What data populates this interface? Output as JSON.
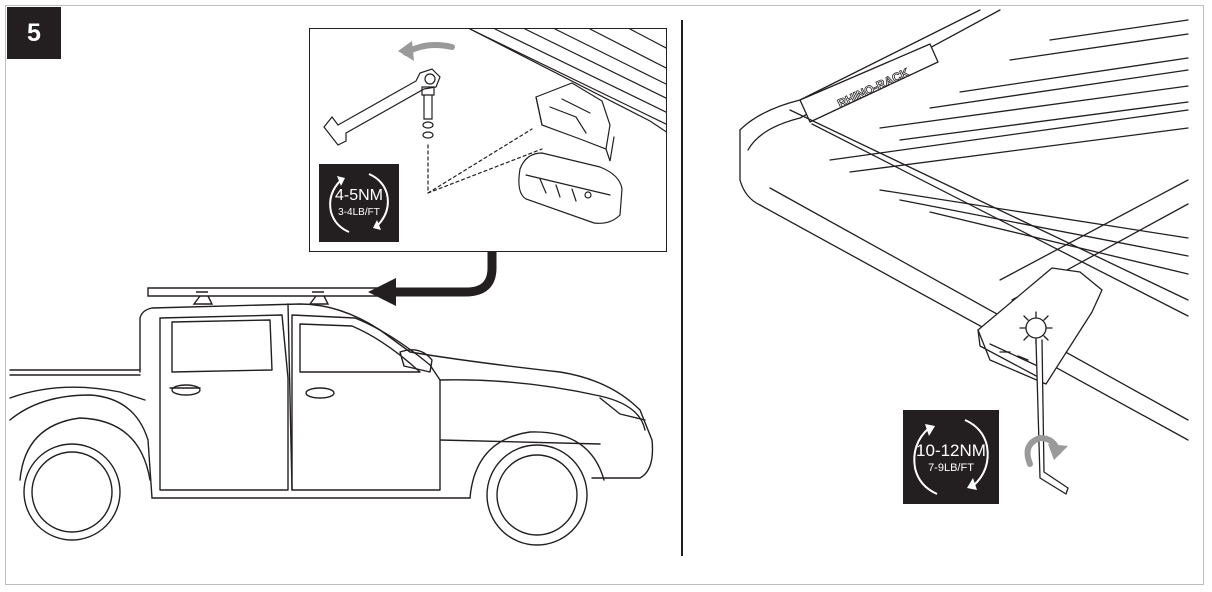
{
  "step": {
    "number": "5"
  },
  "torque_left": {
    "primary": "4-5NM",
    "secondary": "3-4LB/FT"
  },
  "torque_right": {
    "primary": "10-12NM",
    "secondary": "7-9LB/FT"
  },
  "rack_brand": "RHINO-RACK",
  "colors": {
    "ink": "#231f20",
    "frame": "#bdbdbd",
    "arrow": "#9a9a9a",
    "background": "#ffffff"
  }
}
